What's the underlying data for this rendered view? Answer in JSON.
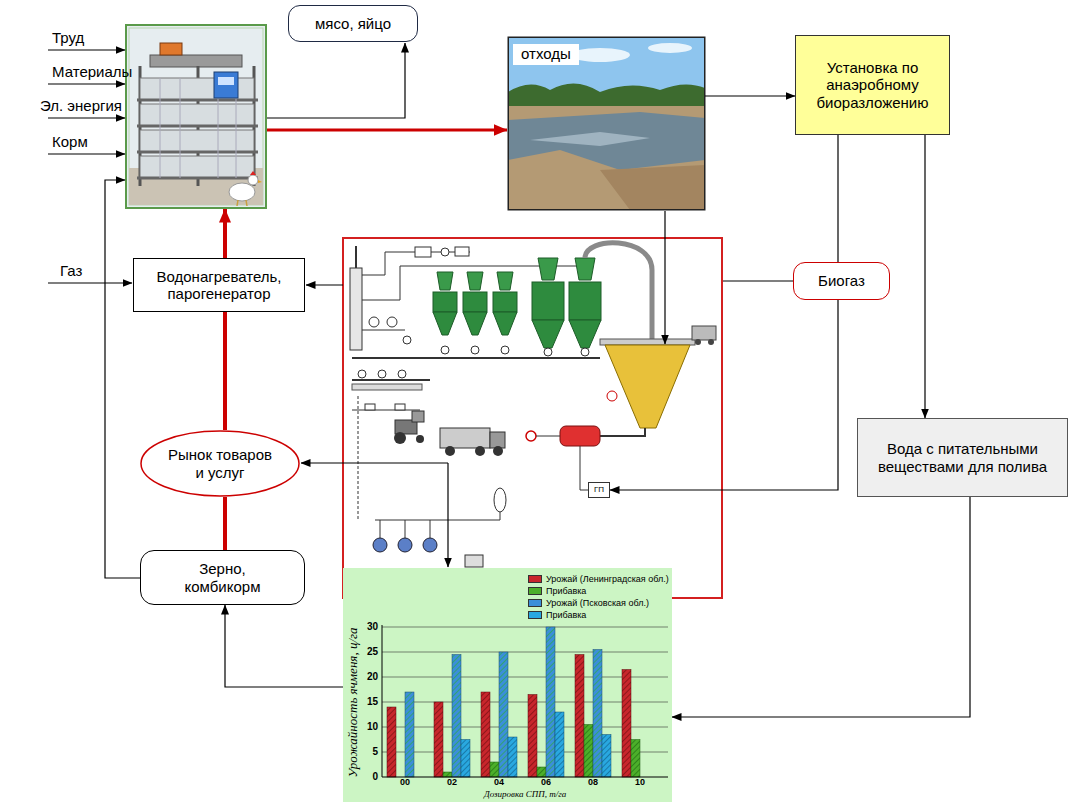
{
  "diagram": {
    "nodes": [
      {
        "text": [
          "мясо, яйцо"
        ]
      },
      {
        "text": [
          "отходы"
        ]
      },
      {
        "text": [
          "Установка по анаэробному биоразложению"
        ]
      },
      {
        "text": [
          "Водонагреватель, парогенератор"
        ]
      },
      {
        "text": [
          "Биогаз"
        ]
      },
      {
        "text": [
          "Рынок товаров и услуг"
        ]
      },
      {
        "text": [
          "Вода с питательными веществами для полива"
        ]
      },
      {
        "text": [
          "ГП"
        ]
      },
      {
        "text": [
          "Зерно, комбикорм"
        ]
      },
      {
        "text": [
          "Урожайность ячменя, ц/га",
          "Дозировка СПП, т/га"
        ]
      }
    ],
    "edges": [
      {
        "from": 1,
        "to": 2,
        "arrow": "to"
      },
      {
        "from": 2,
        "to": 4,
        "arrow": "none"
      },
      {
        "from": 2,
        "to": 6,
        "arrow": "to"
      },
      {
        "from": 4,
        "to": 7,
        "arrow": "to"
      },
      {
        "from": 6,
        "to": 9,
        "arrow": "to"
      },
      {
        "from": 9,
        "to": 8,
        "arrow": "to"
      },
      {
        "from": 8,
        "to": 5,
        "arrow": "none"
      },
      {
        "from": 5,
        "to": 3,
        "arrow": "none"
      }
    ],
    "labels": [
      "Труд",
      "Материалы",
      "Эл. энергия",
      "Корм",
      "Газ",
      "0",
      "5",
      "10",
      "15",
      "20",
      "25",
      "30",
      "00",
      "02",
      "04",
      "06",
      "08",
      "10"
    ],
    "legend": [
      {
        "text": "Урожай (Ленинградская обл.)",
        "color": "#c8262c"
      },
      {
        "text": "Прибавка",
        "color": "#4caf2a"
      },
      {
        "text": "Урожай (Псковская обл.)",
        "color": "#3b8fd9"
      },
      {
        "text": "Прибавка",
        "color": "#29a8e0"
      }
    ]
  }
}
